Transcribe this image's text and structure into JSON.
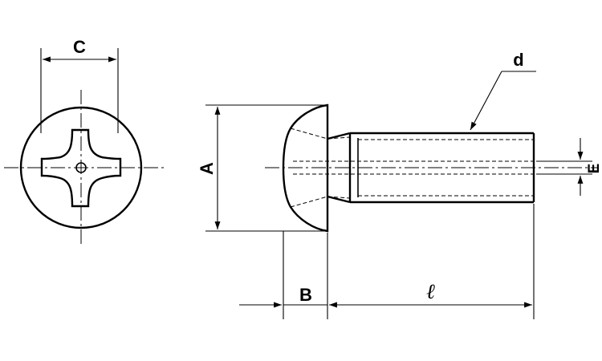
{
  "labels": {
    "c": "C",
    "d": "d",
    "a": "A",
    "b": "B",
    "l": "ℓ",
    "e": "E"
  }
}
